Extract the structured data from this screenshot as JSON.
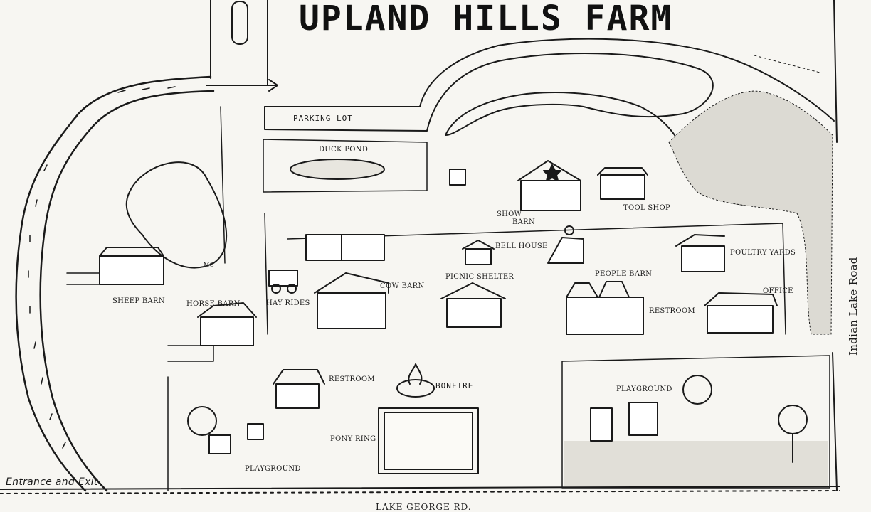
{
  "map": {
    "title": "UPLAND HILLS FARM",
    "labels": {
      "parking_lot": "PARKING LOT",
      "duck_pond": "DUCK POND",
      "show_barn_1": "SHOW",
      "show_barn_2": "BARN",
      "tool_shop": "TOOL SHOP",
      "bell_house": "BELL HOUSE",
      "poultry_yards": "POULTRY YARDS",
      "people_barn": "PEOPLE BARN",
      "office": "OFFICE",
      "restroom_east": "RESTROOM",
      "picnic_shelter": "PICNIC SHELTER",
      "cow_barn": "COW BARN",
      "hay_rides": "HAY RIDES",
      "sheep_barn": "SHEEP BARN",
      "horse_barn": "HORSE BARN",
      "restroom_south": "RESTROOM",
      "bonfire": "BONFIRE",
      "pony_ring": "PONY RING",
      "playground_west": "PLAYGROUND",
      "playground_east": "PLAYGROUND",
      "mc_initials": "MC"
    },
    "roads": {
      "side_road": "Indian Lake Road",
      "bottom_road": "LAKE GEORGE RD.",
      "entrance": "Entrance and Exit"
    }
  }
}
